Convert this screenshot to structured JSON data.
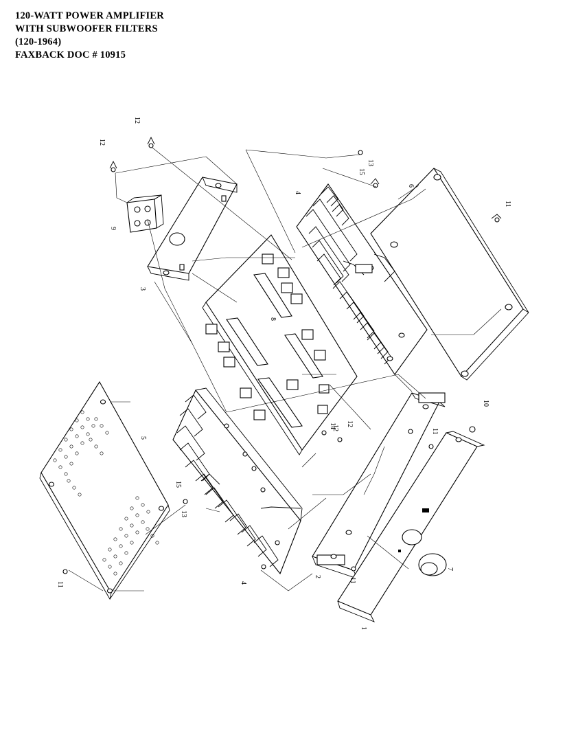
{
  "header": {
    "line1": "120-WATT POWER AMPLIFIER",
    "line2": "WITH SUBWOOFER FILTERS",
    "line3": "(120-1964)",
    "line4": "FAXBACK DOC # 10915"
  },
  "callouts": {
    "c1": "1",
    "c2": "2",
    "c3": "3",
    "c4a": "4",
    "c4b": "4",
    "c5": "5",
    "c6": "6",
    "c7": "7",
    "c8": "8",
    "c9": "9",
    "c10": "10",
    "c11a": "11",
    "c11b": "11",
    "c11c": "11",
    "c11d": "11",
    "c12a": "12",
    "c12b": "12",
    "c12c": "12",
    "c12d": "12",
    "c13a": "13",
    "c13b": "13",
    "c14": "14",
    "c15a": "15",
    "c15b": "15"
  }
}
